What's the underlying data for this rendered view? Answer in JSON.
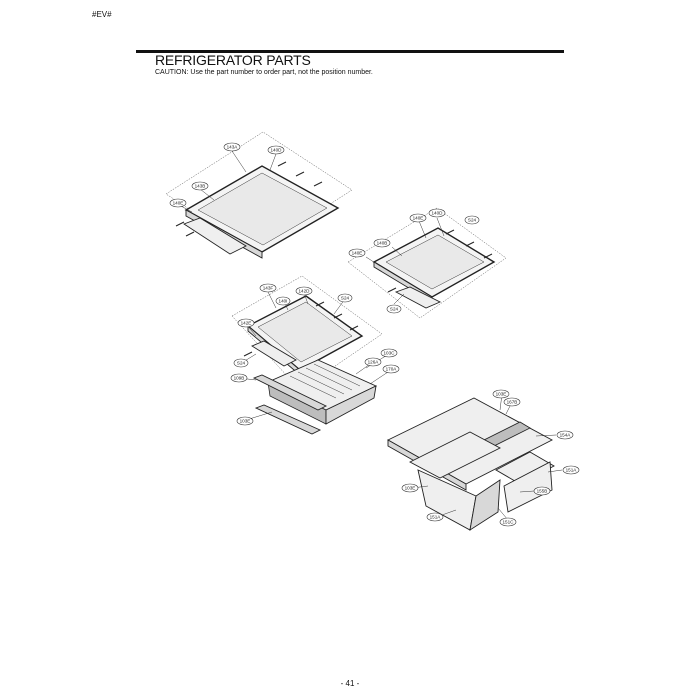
{
  "header": {
    "code": "#EV#"
  },
  "title": "REFRIGERATOR PARTS",
  "caution": "CAUTION: Use the part number to order part, not the position number.",
  "page_number": "- 41 -",
  "labels": {
    "l143a": "143A",
    "l140d_1": "140D",
    "l143b": "143B",
    "l140e_1": "140E",
    "l140d_2": "140D",
    "l524_1": "S24",
    "l140e_2": "140E",
    "l140b": "140B",
    "l140e_3": "140E",
    "l524_2": "S24",
    "l143f": "143F",
    "l142d": "142D",
    "l140i": "140I",
    "l524_3": "S24",
    "l142e": "142E",
    "l524_4": "S24",
    "l103c_1": "103C",
    "l126a": "126A",
    "l170a": "170A",
    "l109b": "109B",
    "l103e": "103E",
    "l103e_2": "103E",
    "l167b": "167B",
    "l154a": "154A",
    "l151a_1": "151A",
    "l103e_3": "103E",
    "l155b": "155B",
    "l151a_2": "151A",
    "l151c": "151C"
  }
}
